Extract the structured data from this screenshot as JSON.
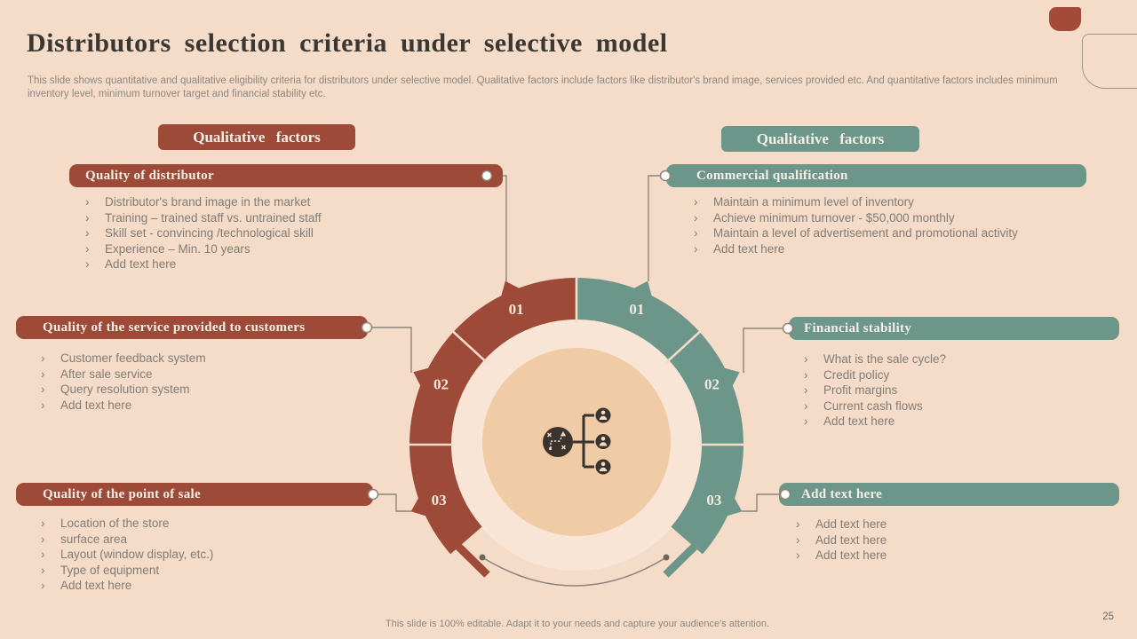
{
  "slide": {
    "title": "Distributors selection criteria under selective model",
    "subtitle": "This slide shows quantitative and qualitative eligibility criteria for distributors under selective model. Qualitative factors include factors like distributor's brand image, services provided etc. And quantitative factors includes minimum inventory level, minimum turnover target and financial stability etc.",
    "footer": "This slide is 100% editable. Adapt it to your needs and capture your audience's attention.",
    "page_number": "25"
  },
  "ui": {
    "bullet_marker": "›",
    "colors": {
      "background": "#F5DCC9",
      "accent_red": "#9E4A39",
      "accent_teal": "#6C968A",
      "inner_circle_tan": "#EFCBA6",
      "inner_circle_light": "#F8E5D5",
      "body_text": "#827C75",
      "connector_gray": "#8D8379",
      "icon_dark": "#3A332E"
    }
  },
  "left_panel": {
    "header": "Qualitative  factors",
    "sections": [
      {
        "title": "Quality of distributor",
        "bullets": [
          "Distributor's brand image in the market",
          "Training – trained staff vs. untrained staff",
          "Skill set  - convincing /technological skill",
          "Experience – Min. 10 years",
          "Add text here"
        ]
      },
      {
        "title": "Quality of the service provided to customers",
        "bullets": [
          "Customer feedback system",
          "After sale service",
          "Query resolution system",
          "Add text here"
        ]
      },
      {
        "title": "Quality of the point of sale",
        "bullets": [
          "Location of the store",
          "surface area",
          "Layout (window display, etc.)",
          "Type of equipment",
          "Add text here"
        ]
      }
    ]
  },
  "right_panel": {
    "header": "Qualitative  factors",
    "sections": [
      {
        "title": "Commercial qualification",
        "bullets": [
          "Maintain a minimum level of inventory",
          "Achieve minimum turnover - $50,000 monthly",
          "Maintain a level of advertisement and promotional activity",
          "Add text here"
        ]
      },
      {
        "title": "Financial stability",
        "bullets": [
          "What is the sale cycle?",
          "Credit policy",
          "Profit margins",
          "Current cash flows",
          "Add text here"
        ]
      },
      {
        "title": "Add text here",
        "bullets": [
          "Add text here",
          "Add text here",
          "Add text here"
        ]
      }
    ]
  },
  "ring": {
    "numbers": [
      "01",
      "02",
      "03"
    ],
    "center_icon": "distribution-network-icon"
  }
}
